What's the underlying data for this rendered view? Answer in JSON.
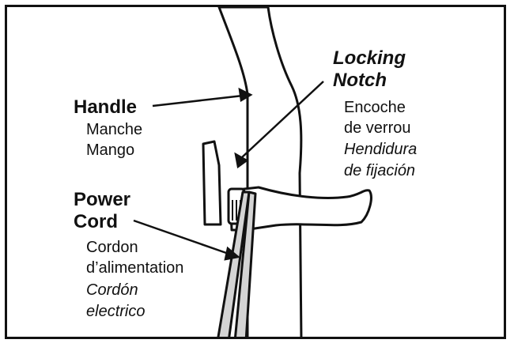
{
  "labels": {
    "handle": {
      "primary": "Handle",
      "french": "Manche",
      "spanish": "Mango"
    },
    "locking_notch": {
      "primary_line1": "Locking",
      "primary_line2": "Notch",
      "french_line1": "Encoche",
      "french_line2": "de verrou",
      "spanish_line1": "Hendidura",
      "spanish_line2": "de fijación"
    },
    "power_cord": {
      "primary_line1": "Power",
      "primary_line2": "Cord",
      "french_line1": "Cordon",
      "french_line2": "d’alimentation",
      "spanish_line1": "Cordón",
      "spanish_line2": "electrico"
    }
  },
  "colors": {
    "ink": "#111111",
    "fill": "#ffffff",
    "cord_fill": "#d4d4d4"
  }
}
